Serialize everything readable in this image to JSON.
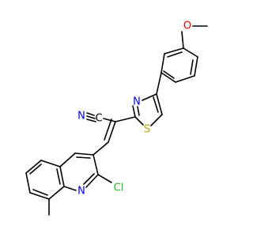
{
  "molecule": {
    "atoms": {
      "o": "O",
      "n_thiazole": "N",
      "s_thiazole": "S",
      "n_nitrile": "N",
      "c_nitrile": "C",
      "cl": "Cl",
      "n_quinoline": "N"
    },
    "colors": {
      "bond": "#000000",
      "oxygen": "#ff0000",
      "nitrogen": "#0000ff",
      "sulfur": "#b8a300",
      "chlorine": "#1fbf1f",
      "carbon": "#000000"
    }
  }
}
